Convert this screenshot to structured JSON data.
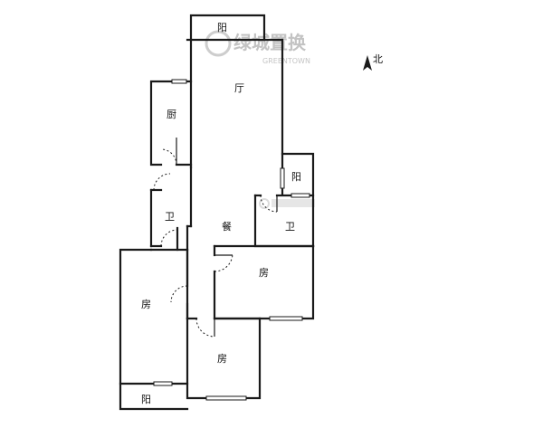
{
  "rooms": {
    "living": "厅",
    "kitchen": "厨",
    "dining": "餐",
    "balcony_top": "阳",
    "balcony_right": "阳",
    "balcony_bottom": "阳",
    "bath_left": "卫",
    "bath_right": "卫",
    "bedroom_east": "房",
    "bedroom_west": "房",
    "bedroom_south": "房"
  },
  "compass": {
    "label": "北"
  },
  "watermark": {
    "brand_cn": "绿城置换",
    "brand_en": "GREENTOWN"
  },
  "colors": {
    "wall": "#1a1a1a",
    "watermark": "#b9b9b9",
    "background": "#ffffff"
  }
}
